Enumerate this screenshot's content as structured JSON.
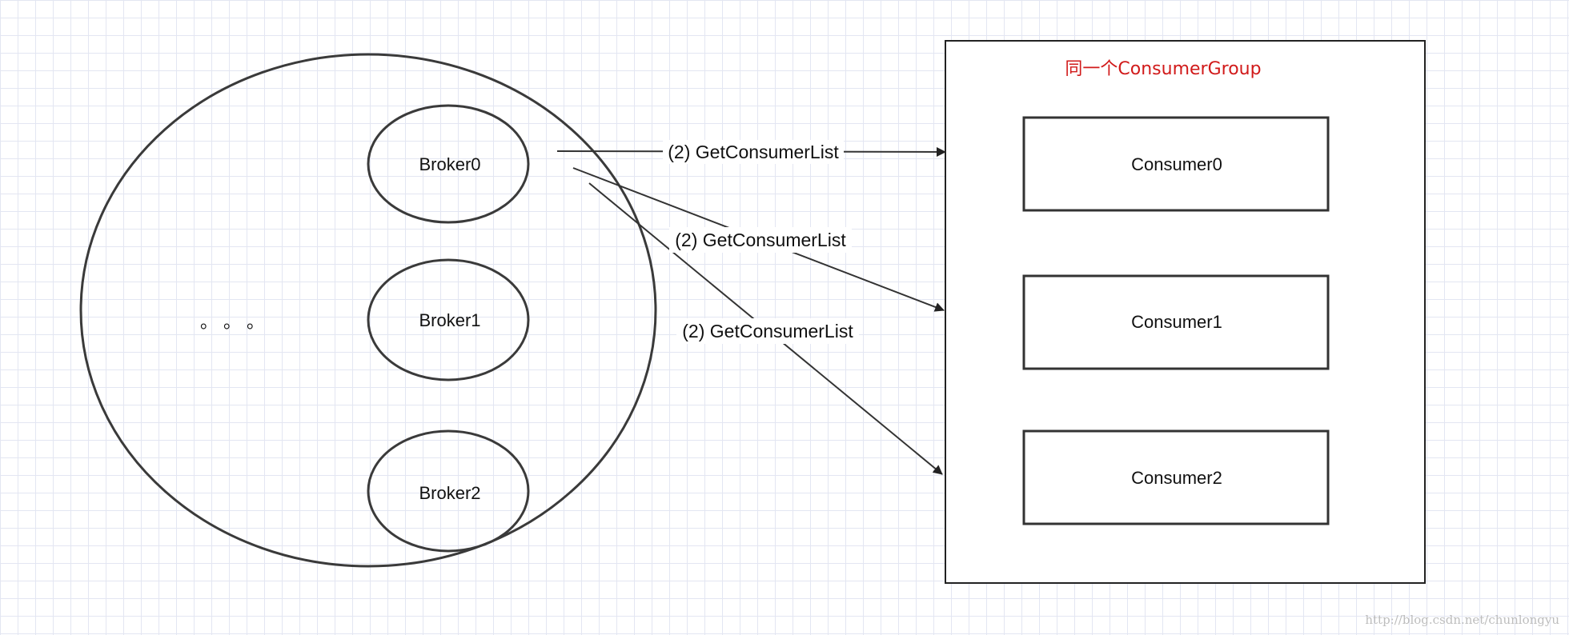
{
  "cluster": {
    "brokers": [
      {
        "label": "Broker0"
      },
      {
        "label": "Broker1"
      },
      {
        "label": "Broker2"
      }
    ],
    "ellipsis": "。 。 。"
  },
  "consumer_group": {
    "title": "同一个ConsumerGroup",
    "title_color": "#d11a1a",
    "consumers": [
      {
        "label": "Consumer0"
      },
      {
        "label": "Consumer1"
      },
      {
        "label": "Consumer2"
      }
    ]
  },
  "edges": [
    {
      "label": "(2) GetConsumerList"
    },
    {
      "label": "(2) GetConsumerList"
    },
    {
      "label": "(2) GetConsumerList"
    }
  ],
  "watermark": "http://blog.csdn.net/chunlongyu"
}
